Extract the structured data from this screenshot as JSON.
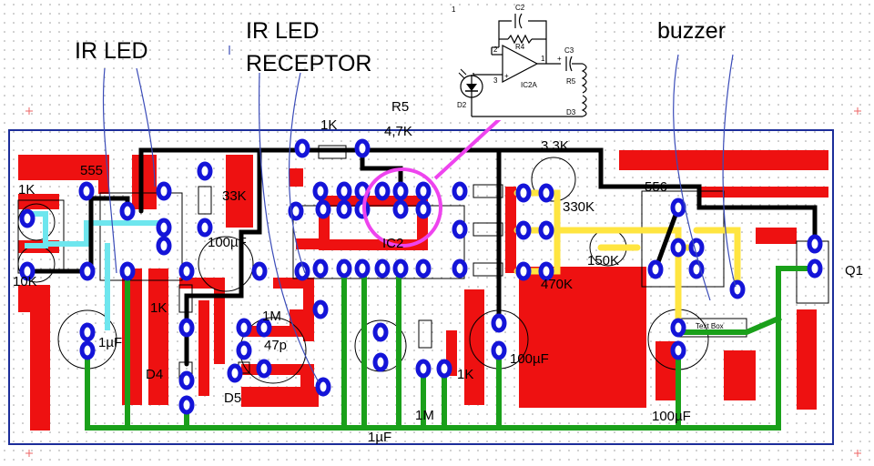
{
  "annotations": {
    "ir_led": "IR LED",
    "ir_led_receptor_line1": "IR LED",
    "ir_led_receptor_line2": "RECEPTOR",
    "buzzer": "buzzer"
  },
  "inset": {
    "sheet_number": "1",
    "c2": "C2",
    "r4": "R4",
    "c3": "C3",
    "pin2": "2",
    "pin3": "3",
    "pin1": "1",
    "opamp": "IC2A",
    "diode": "D2",
    "r5": "R5",
    "d3": "D3",
    "plus": "+"
  },
  "board_labels": {
    "r5": "R5",
    "r_1k_top": "1K",
    "r_47k": "4,7K",
    "r_33k_right": "3,3K",
    "ic_555_left": "555",
    "r_1k_left": "1K",
    "r_10k": "10K",
    "r_33k": "33K",
    "c_100uf_left": "100µF",
    "ic2": "IC2",
    "r_330k": "330K",
    "ic_556": "556",
    "r_150k": "150K",
    "r_470k": "470K",
    "q1": "Q1",
    "r_1k_mid": "1K",
    "c_1uf_left": "1µF",
    "r_1m_mid": "1M",
    "c_47p": "47p",
    "d4": "D4",
    "d5": "D5",
    "r_1k_low": "1K",
    "c_100uf_mid": "100µF",
    "text_box": "Text Box",
    "r_1m_low": "1M",
    "c_100uf_right": "100µF",
    "c_1uf_bottom": "1µF"
  },
  "colors": {
    "copper": "#ee1111",
    "pad": "#1414d8",
    "jumper": "#000000",
    "ground": "#1aa01a",
    "highlight_yellow": "#ffe540",
    "highlight_cyan": "#6ee6ee",
    "pointer": "#ee44ee",
    "lead": "#3a4bb8",
    "outline": "#1c2d9a"
  }
}
